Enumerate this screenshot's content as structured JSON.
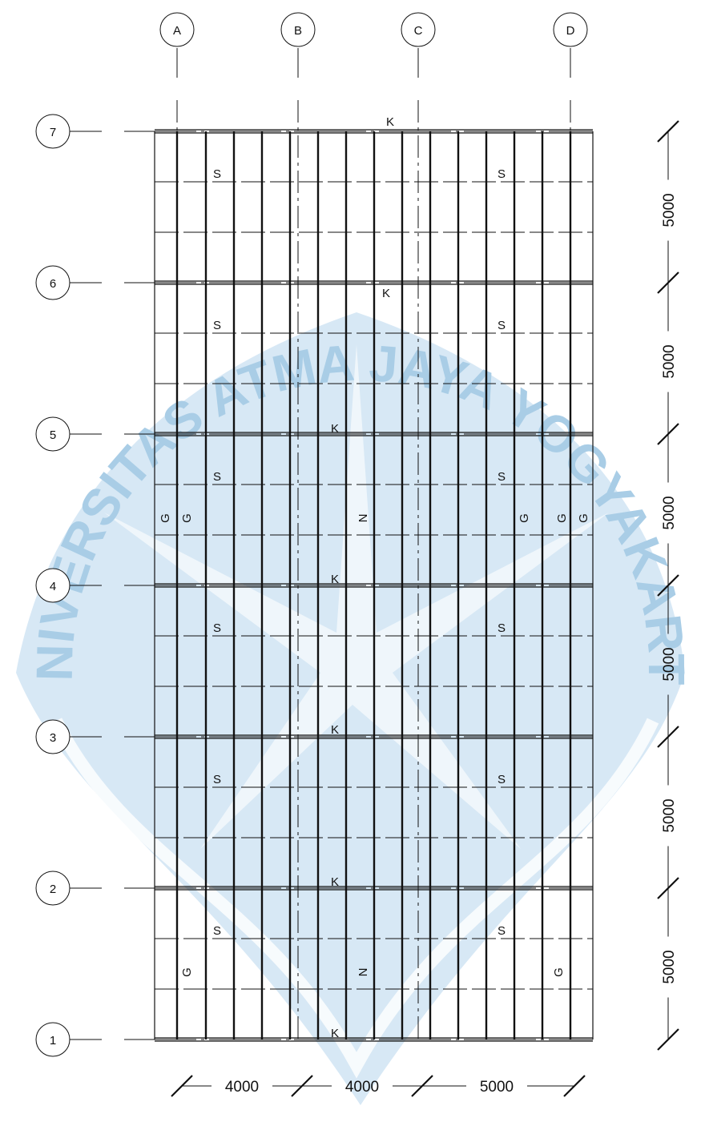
{
  "grid": {
    "columns": [
      "A",
      "B",
      "C",
      "D"
    ],
    "rows": [
      "7",
      "6",
      "5",
      "4",
      "3",
      "2",
      "1"
    ]
  },
  "dimensions": {
    "horizontal": [
      "4000",
      "4000",
      "5000"
    ],
    "vertical": [
      "5000",
      "5000",
      "5000",
      "5000",
      "5000",
      "5000"
    ]
  },
  "member_labels": {
    "k": "K",
    "s": "S",
    "g": "G",
    "n": "N"
  },
  "watermark": {
    "text": "UNIVERSITAS ATMA JAYA YOGYAKARTA",
    "color": "#a9cde6"
  },
  "colors": {
    "line": "#111111",
    "watermark": "#a9cde6"
  }
}
